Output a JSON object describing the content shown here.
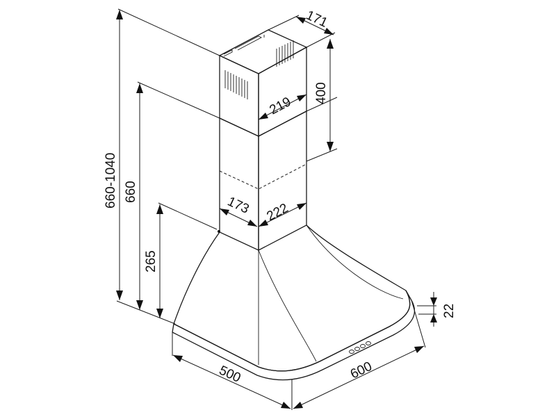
{
  "drawing": {
    "subject": "chimney-hood",
    "dimensions": {
      "chimney_depth": "171",
      "chimney_width": "219",
      "upper_chimney_height": "400",
      "total_height_range": "660-1040",
      "min_height": "660",
      "canopy_height": "265",
      "lower_chimney_depth": "173",
      "lower_chimney_width": "222",
      "canopy_depth": "500",
      "canopy_width": "600",
      "rim_thickness": "22"
    }
  }
}
